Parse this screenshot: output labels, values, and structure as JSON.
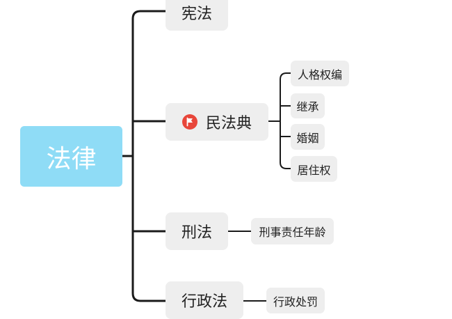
{
  "mindmap": {
    "root": {
      "label": "法律"
    },
    "branches": [
      {
        "label": "宪法",
        "children": []
      },
      {
        "label": "民法典",
        "icon": "red-flag-icon",
        "children": [
          "人格权编",
          "继承",
          "婚姻",
          "居住权"
        ]
      },
      {
        "label": "刑法",
        "children": [
          "刑事责任年龄"
        ]
      },
      {
        "label": "行政法",
        "children": [
          "行政处罚"
        ]
      }
    ]
  },
  "colors": {
    "root_fill": "#8fdcf6",
    "node_fill": "#eeeeee",
    "line": "#1a1a1a",
    "flag_badge": "#e8463a"
  }
}
